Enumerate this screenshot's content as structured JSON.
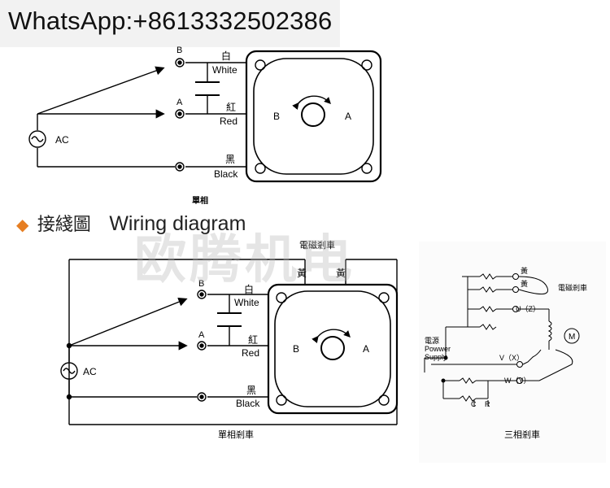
{
  "overlay": {
    "whatsapp": "WhatsApp:+8613332502386"
  },
  "heading": {
    "zh": "接綫圖",
    "en": "Wiring diagram"
  },
  "watermark": "欧腾机电",
  "top_diagram": {
    "terminal_b": "B",
    "terminal_a": "A",
    "white_zh": "白",
    "white_en": "White",
    "red_zh": "紅",
    "red_en": "Red",
    "black_zh": "黑",
    "black_en": "Black",
    "ac": "AC",
    "rot_b": "B",
    "rot_a": "A",
    "caption": "單相"
  },
  "brake_diagram": {
    "brake_label": "電磁剎車",
    "yellow1": "黃",
    "yellow2": "黃",
    "terminal_b": "B",
    "terminal_a": "A",
    "white_zh": "白",
    "white_en": "White",
    "red_zh": "紅",
    "red_en": "Red",
    "black_zh": "黑",
    "black_en": "Black",
    "ac": "AC",
    "rot_b": "B",
    "rot_a": "A",
    "caption": "單相剎車"
  },
  "three_phase": {
    "yellow1": "黃",
    "yellow2": "黃",
    "brake_label": "電磁剎車",
    "u": "U（Z）",
    "v": "V（X）",
    "w": "W（Y）",
    "power_zh": "電源",
    "power_en1": "Powwer",
    "power_en2": "Supply",
    "motor": "M",
    "c": "C",
    "r": "R",
    "caption": "三相剎車"
  }
}
